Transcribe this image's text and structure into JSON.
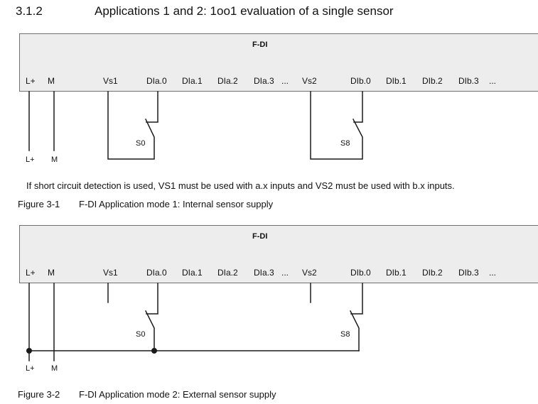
{
  "section": {
    "number": "3.1.2",
    "title": "Applications 1 and 2: 1oo1 evaluation of a single sensor"
  },
  "module_label": "F-DI",
  "terminals": {
    "lplus": "L+",
    "m": "M",
    "vs1": "Vs1",
    "dia0": "DIa.0",
    "dia1": "DIa.1",
    "dia2": "DIa.2",
    "dia3": "DIa.3",
    "ellipsis_a": "...",
    "vs2": "Vs2",
    "dib0": "DIb.0",
    "dib1": "DIb.1",
    "dib2": "DIb.2",
    "dib3": "DIb.3",
    "ellipsis_b": "..."
  },
  "supply_labels": {
    "lplus": "L+",
    "m": "M"
  },
  "sensors": {
    "s0": "S0",
    "s8": "S8"
  },
  "note": "If short circuit detection is used, VS1 must be used with a.x inputs and VS2 must be used with b.x inputs.",
  "figure1": {
    "number": "Figure 3-1",
    "caption": "F-DI Application mode 1: Internal sensor supply"
  },
  "figure2": {
    "number": "Figure 3-2",
    "caption": "F-DI Application mode 2: External sensor supply"
  },
  "colors": {
    "box_fill": "#ededed",
    "box_border": "#707070",
    "wire": "#1a1a1a"
  }
}
